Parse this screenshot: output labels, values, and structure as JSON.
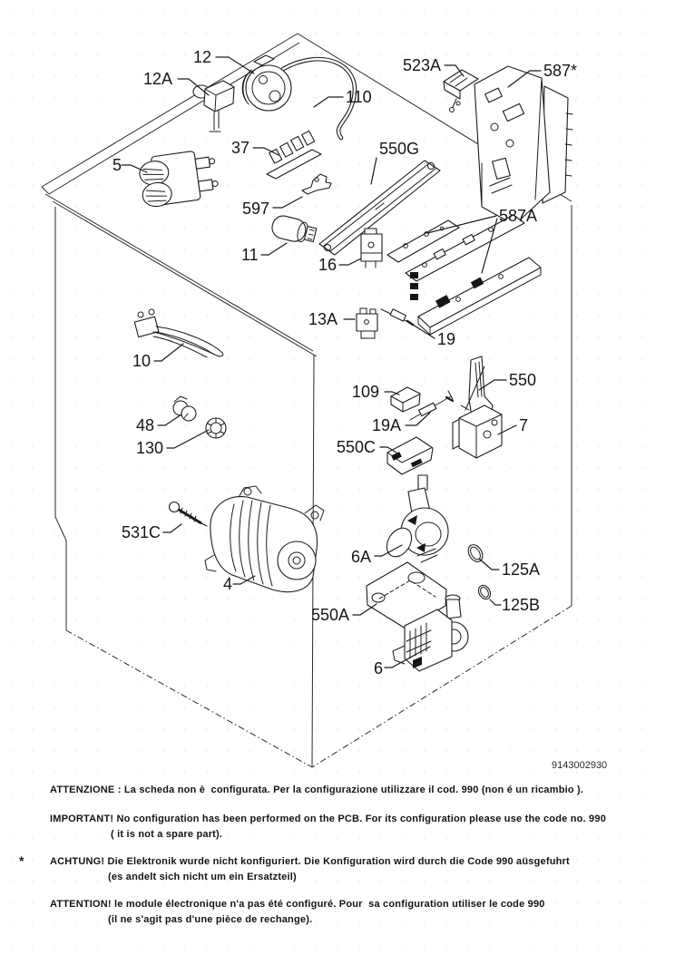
{
  "diagram": {
    "drawing_number": "9143002930",
    "part_labels": {
      "p12": "12",
      "p12a": "12A",
      "p110": "110",
      "p523a": "523A",
      "p587s": "587*",
      "p5": "5",
      "p37": "37",
      "p550g": "550G",
      "p597": "597",
      "p587a": "587A",
      "p11": "11",
      "p16": "16",
      "p13a": "13A",
      "p19": "19",
      "p10": "10",
      "p109": "109",
      "p550": "550",
      "p19a": "19A",
      "p7": "7",
      "p48": "48",
      "p550c": "550C",
      "p130": "130",
      "p531c": "531C",
      "p6a": "6A",
      "p125a": "125A",
      "p4": "4",
      "p550a": "550A",
      "p125b": "125B",
      "p6": "6"
    }
  },
  "notes": {
    "marker": "*",
    "attenzione": "ATTENZIONE : La scheda non è  configurata. Per la configurazione utilizzare il cod. 990 (non é un ricambio ).",
    "important": "IMPORTANT! No configuration has been performed on the PCB. For its configuration please use the code no. 990",
    "important_cont": "( it is not a spare part).",
    "achtung": "ACHTUNG! Die Elektronik wurde nicht konfiguriert. Die Konfiguration wird durch die Code 990 aüsgefuhrt",
    "achtung_cont": "(es andelt sich nicht um ein Ersatzteil)",
    "attention": "ATTENTION! le module électronique n'a pas été configuré. Pour  sa configuration utiliser le code 990",
    "attention_cont": "(il ne s'agit pas d'une pièce de rechange)."
  }
}
